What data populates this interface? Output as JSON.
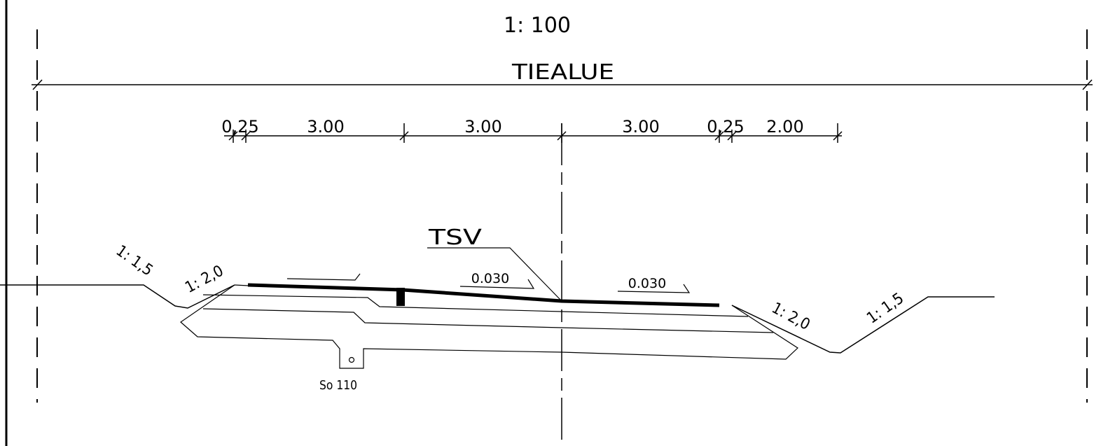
{
  "drawing": {
    "scale": "1: 100",
    "zone_label": "TIEALUE",
    "dimensions": [
      "0,25",
      "3.00",
      "3.00",
      "3.00",
      "0,25",
      "2.00"
    ],
    "centerline_label": "TSV",
    "cross_fall": [
      "0.030",
      "0.030"
    ],
    "slopes": {
      "left_outer": "1: 1,5",
      "left_inner": "1: 2,0",
      "right_inner": "1: 2,0",
      "right_outer": "1: 1,5"
    },
    "drain_label": "So 110",
    "colors": {
      "line": "#000000",
      "background": "#ffffff"
    }
  }
}
